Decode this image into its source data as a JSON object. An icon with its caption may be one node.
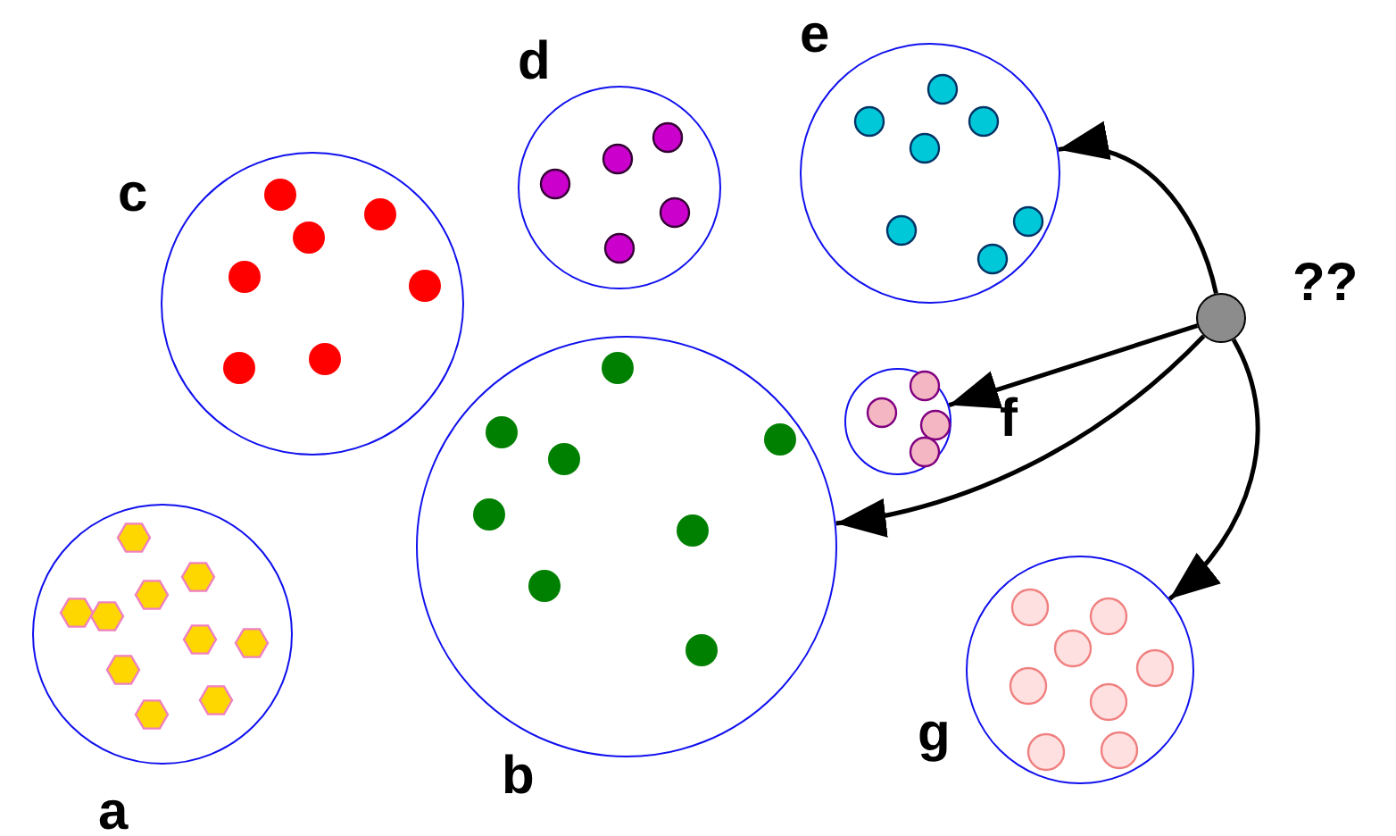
{
  "diagram": {
    "nodes": [
      {
        "text": [],
        "shape": "circle",
        "beside": [
          "a"
        ]
      },
      {
        "text": [],
        "shape": "circle",
        "beside": [
          "c"
        ]
      },
      {
        "text": [],
        "shape": "circle",
        "beside": [
          "b"
        ]
      },
      {
        "text": [],
        "shape": "circle",
        "beside": [
          "d"
        ]
      },
      {
        "text": [],
        "shape": "circle",
        "beside": [
          "e"
        ]
      },
      {
        "text": [],
        "shape": "circle",
        "beside": [
          "f"
        ]
      },
      {
        "text": [],
        "shape": "circle",
        "beside": [
          "g"
        ]
      },
      {
        "text": [],
        "shape": "circle",
        "beside": [
          "??"
        ]
      }
    ],
    "edges": [
      {
        "from": 7,
        "to": 4,
        "arrow": "to"
      },
      {
        "from": 7,
        "to": 5,
        "arrow": "to"
      },
      {
        "from": 7,
        "to": 2,
        "arrow": "to"
      },
      {
        "from": 7,
        "to": 6,
        "arrow": "to"
      }
    ]
  }
}
